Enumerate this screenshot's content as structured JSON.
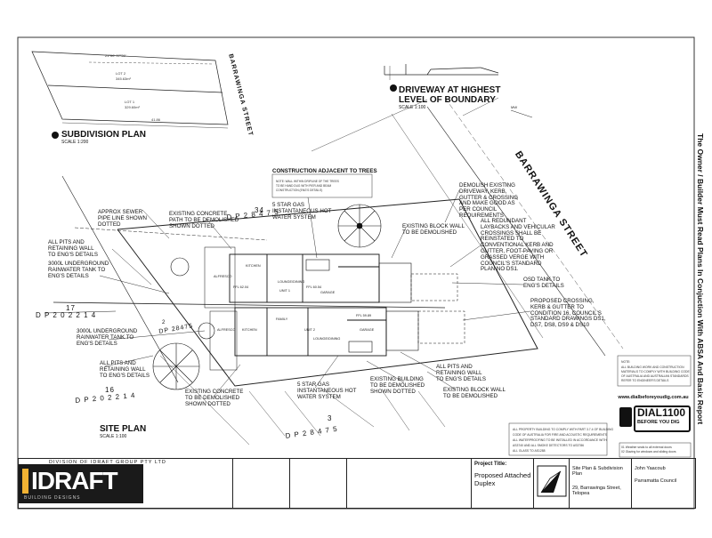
{
  "side_note": "The Owner / Builder Must Read Plans In Conjuction With ABSA And Basix Report",
  "streets": {
    "main": "BARRAWINGA STREET",
    "top": "BARRAWINGA STREET"
  },
  "views": {
    "subdivision_plan": {
      "title": "SUBDIVISION PLAN",
      "scale": "SCALE 1:200"
    },
    "driveway": {
      "title": "DRIVEWAY AT HIGHEST\nLEVEL OF BOUNDARY",
      "scale": "SCALE 1:100"
    },
    "site_plan": {
      "title": "SITE PLAN",
      "scale": "SCALE 1:100"
    }
  },
  "deposited_plans": {
    "dp_top": "D P  2 8 4 7 5",
    "dp_left": "D P  2 0 2 2 1 4",
    "dp_left2": "D P  2 0 2 2 1 4",
    "dp_bottom": "D P  2 8 4 7 5",
    "dp_mid": "DP  28475",
    "lot_34": "34",
    "lot_17": "17",
    "lot_16": "16",
    "lot_3": "3",
    "lot_2": "2"
  },
  "callouts": {
    "construction_trees": "CONSTRUCTION ADJACENT TO TREES",
    "sewer": "APPROX SEWER\nPIPE LINE SHOWN\nDOTTED",
    "concrete_top": "EXISTING CONCRETE\nPATH TO BE DEMOLISHED\nSHOWN DOTTED",
    "gas_top": "5 STAR GAS\nINSTANTANEOUS HOT\nWATER SYSTEM",
    "block_wall_top": "EXISTING BLOCK WALL\nTO BE DEMOLISHED",
    "demolish_driveway": "DEMOLISH EXISTING\nDRIVEWAY, KERB,\nGUTTER & CROSSING\nAND MAKE GOOD AS\nPER COUNCIL\nREQUIREMENTS",
    "laybacks": "ALL REDUNDANT\nLAYBACKS AND VEHICULAR\nCROSSINGS SHALL BE\nREINSTATED TO\nCONVENTIONAL KERB AND\nGUTTER, FOOT-PAVING OR\nGRASSED VERGE WITH\nCOUNCIL'S STANDARD\nPLAN NO DS1.",
    "pits_top": "ALL PITS AND\nRETAINING WALL\nTO ENG'S DETAILS",
    "tank_3000": "3000L UNDERGROUND\nRAINWATER TANK TO\nENG'S DETAILS",
    "osd": "OSD TANK TO\nENG'S DETAILS",
    "crossing": "PROPOSED CROSSING,\nKERB & GUTTER TO\nCONDITION 16, COUNCIL'S\nSTANDARD DRAWINGS DS1,\nDS7, DS8, DS9 & DS10",
    "tank_3000_b": "3000L UNDERGROUND\nRAINWATER TANK TO\nENG'S DETAILS",
    "pits_bottom_left": "ALL PITS AND\nRETAINING WALL\nTO ENG'S DETAILS",
    "pits_bottom_right": "ALL PITS AND\nRETAINING WALL\nTO ENG'S DETAILS",
    "existing_building": "EXISTING BUILDING\nTO BE DEMOLISHED\nSHOWN DOTTED",
    "block_wall_bottom": "EXISTING BLOCK WALL\nTO BE DEMOLISHED",
    "concrete_bottom": "EXISTING CONCRETE\nTO BE DEMOLISHED\nSHOWN DOTTED",
    "gas_bottom": "5 STAR GAS\nINSTANTANEOUS HOT\nWATER SYSTEM"
  },
  "dial": {
    "number": "DIAL1100",
    "sub": "BEFORE YOU DIG",
    "url": "www.dialbeforeyoudig.com.au"
  },
  "title_block": {
    "company": "DIVISION OF IDRAFT GROUP PTY LTD",
    "logo": "IDRAFT",
    "logo_sub": "BUILDING DESIGNS",
    "project_label": "Project Title:",
    "project": "Proposed Attached\nDuplex",
    "drawing_title": "Site Plan & Subdivision Plan",
    "address": "29, Barrawinga Street, Telopea",
    "council": "Parramatta Council",
    "client": "John Yaacoub"
  }
}
